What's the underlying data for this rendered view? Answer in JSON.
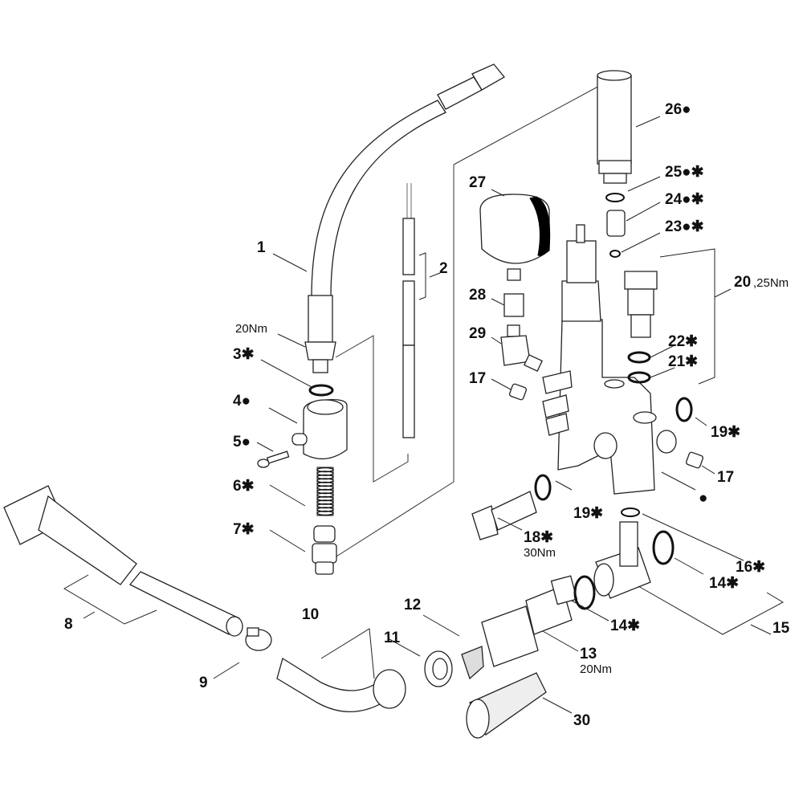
{
  "diagram": {
    "type": "exploded-parts-diagram",
    "callouts": [
      {
        "id": "1",
        "text": "1"
      },
      {
        "id": "2",
        "text": "2"
      },
      {
        "id": "3",
        "text": "3✱"
      },
      {
        "id": "4",
        "text": "4●"
      },
      {
        "id": "5",
        "text": "5●"
      },
      {
        "id": "6",
        "text": "6✱"
      },
      {
        "id": "7",
        "text": "7✱"
      },
      {
        "id": "8",
        "text": "8"
      },
      {
        "id": "9",
        "text": "9"
      },
      {
        "id": "10",
        "text": "10"
      },
      {
        "id": "11",
        "text": "11"
      },
      {
        "id": "12",
        "text": "12"
      },
      {
        "id": "13",
        "text": "13"
      },
      {
        "id": "14a",
        "text": "14✱"
      },
      {
        "id": "14b",
        "text": "14✱"
      },
      {
        "id": "15",
        "text": "15"
      },
      {
        "id": "16",
        "text": "16✱"
      },
      {
        "id": "17a",
        "text": "17"
      },
      {
        "id": "17b",
        "text": "17"
      },
      {
        "id": "18",
        "text": "18✱"
      },
      {
        "id": "19a",
        "text": "19✱"
      },
      {
        "id": "19b",
        "text": "19✱"
      },
      {
        "id": "20",
        "text": "20"
      },
      {
        "id": "21",
        "text": "21✱"
      },
      {
        "id": "22",
        "text": "22✱"
      },
      {
        "id": "23",
        "text": "23●✱"
      },
      {
        "id": "24",
        "text": "24●✱"
      },
      {
        "id": "25",
        "text": "25●✱"
      },
      {
        "id": "26",
        "text": "26●"
      },
      {
        "id": "27",
        "text": "27"
      },
      {
        "id": "28",
        "text": "28"
      },
      {
        "id": "29",
        "text": "29"
      },
      {
        "id": "30",
        "text": "30"
      },
      {
        "id": "dot",
        "text": "●"
      }
    ],
    "torques": {
      "part1": "20Nm",
      "part13": "20Nm",
      "part18": "30Nm",
      "part20": ",25Nm"
    }
  }
}
